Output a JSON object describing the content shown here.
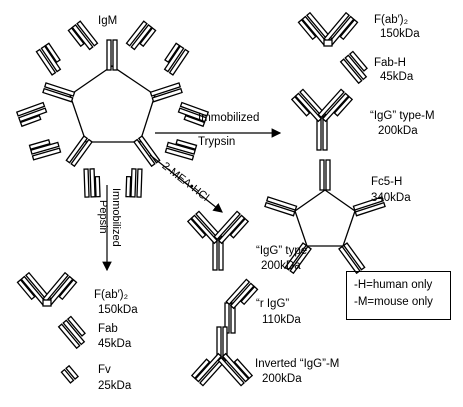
{
  "colors": {
    "ink": "#000000",
    "background": "#ffffff"
  },
  "labels": {
    "igm": "IgM",
    "trypsin_line1": "Immobilized",
    "trypsin_line2": "Trypsin",
    "mea_hcl": "2-MEA•HCl",
    "pepsin_line1": "Immobilized",
    "pepsin_line2": "Pepsin"
  },
  "products": {
    "fab2_top": {
      "name": "F(ab′)₂",
      "mass": "150kDa"
    },
    "fab_h": {
      "name": "Fab-H",
      "mass": "45kDa"
    },
    "igg_type_m": {
      "name": "“IgG” type-M",
      "mass": "200kDa"
    },
    "fc5_h": {
      "name": "Fc5-H",
      "mass": "340kDa"
    },
    "igg_type": {
      "name": "“IgG” type",
      "mass": "200kDa"
    },
    "r_igg": {
      "name": "“r IgG”",
      "mass": "110kDa"
    },
    "inverted_igg_m": {
      "name": "Inverted “IgG”-M",
      "mass": "200kDa"
    },
    "fab2_bottom": {
      "name": "F(ab′)₂",
      "mass": "150kDa"
    },
    "fab": {
      "name": "Fab",
      "mass": "45kDa"
    },
    "fv": {
      "name": "Fv",
      "mass": "25kDa"
    }
  },
  "legend": {
    "line1": "-H=human only",
    "line2": "-M=mouse only"
  }
}
